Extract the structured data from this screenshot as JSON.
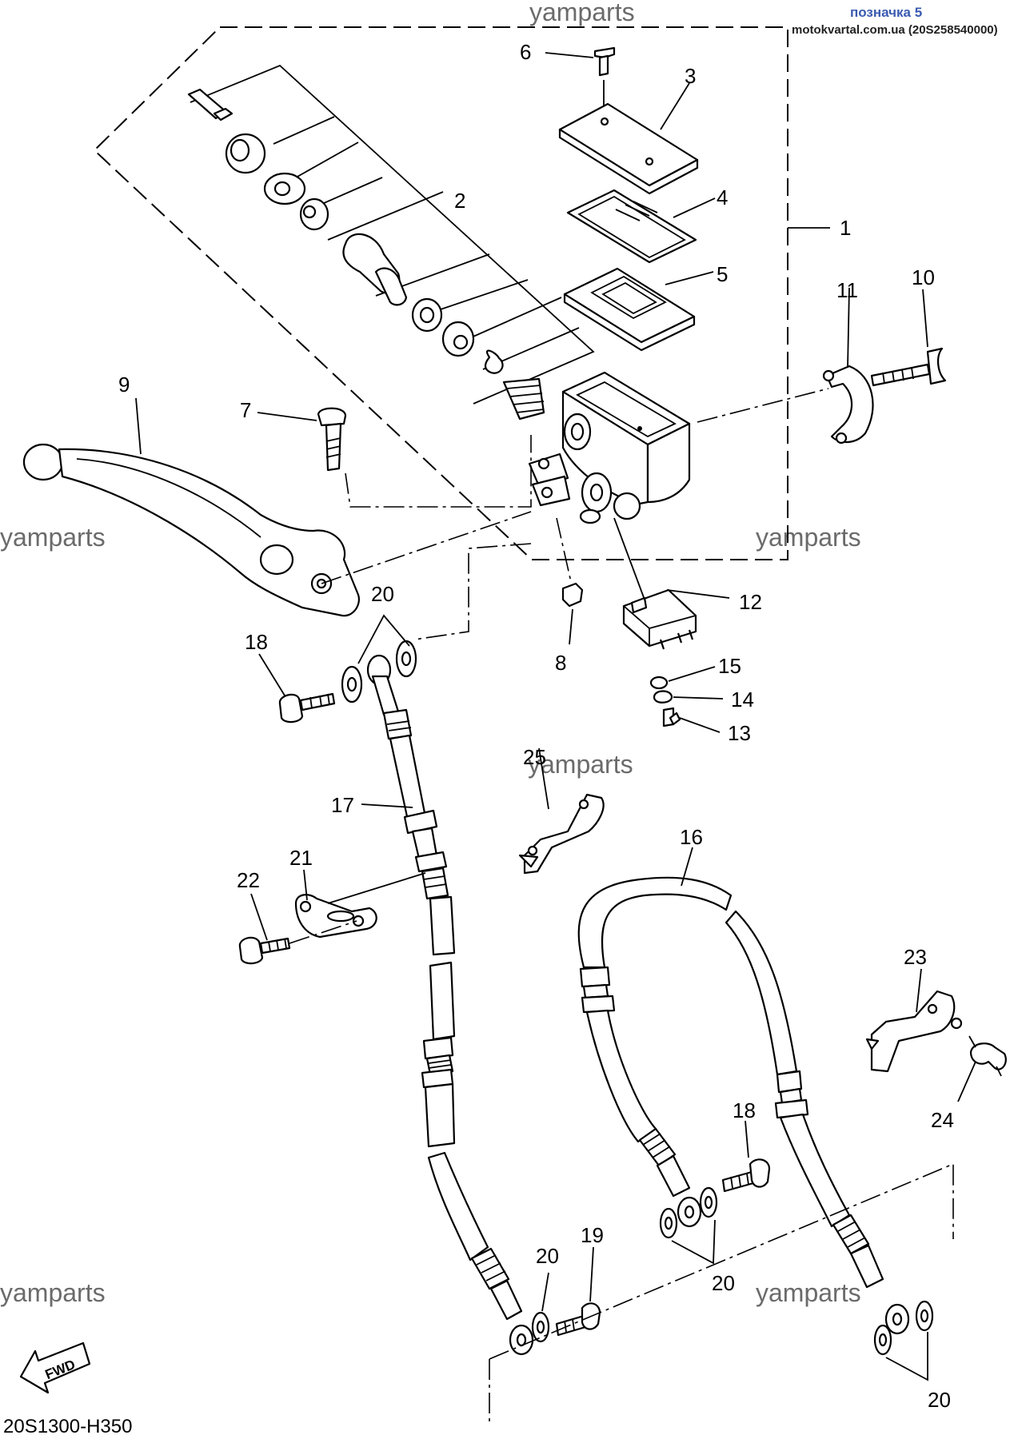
{
  "header": {
    "note": "позначка 5",
    "site": "motokvartal.com.ua (20S258540000)"
  },
  "watermark": "yamparts",
  "diagram_code": "20S1300-H350",
  "fwd_label": "FWD",
  "callouts": [
    "1",
    "2",
    "3",
    "4",
    "5",
    "6",
    "7",
    "8",
    "9",
    "10",
    "11",
    "12",
    "13",
    "14",
    "15",
    "16",
    "17",
    "18",
    "19",
    "20",
    "21",
    "22",
    "23",
    "24",
    "25"
  ]
}
